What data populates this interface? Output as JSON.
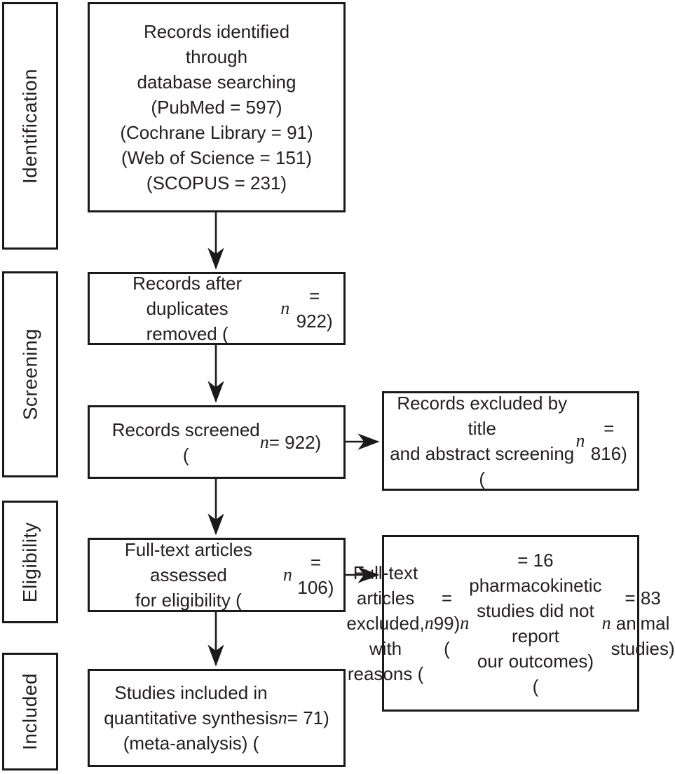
{
  "stages": {
    "identification": "Identification",
    "screening": "Screening",
    "eligibility": "Eligibility",
    "included": "Included"
  },
  "boxes": {
    "identified": {
      "lines": [
        "Records identified",
        "through",
        "database searching",
        "(PubMed = 597)",
        "(Cochrane Library = 91)",
        "(Web of Science = 151)",
        "(SCOPUS = 231)"
      ]
    },
    "duplicates_removed": {
      "lines": [
        "Records after duplicates",
        "removed (n = 922)"
      ]
    },
    "screened": {
      "lines": [
        "Records screened",
        "(n = 922)"
      ]
    },
    "fulltext_assessed": {
      "lines": [
        "Full-text articles assessed",
        "for eligibility (n = 106)"
      ]
    },
    "included_synthesis": {
      "lines": [
        "Studies included in",
        "quantitative synthesis",
        "(meta-analysis) (n = 71)"
      ]
    },
    "excluded_screening": {
      "lines": [
        "Records excluded by title",
        "and abstract screening",
        "(n = 816)"
      ]
    },
    "excluded_fulltext": {
      "lines": [
        "Full-text articles excluded,",
        "with reasons (n = 99)",
        "(n = 16 pharmacokinetic",
        "studies did not report",
        "our outcomes)",
        "(n = 83 animal studies)"
      ]
    }
  },
  "colors": {
    "text": "#231f20",
    "border": "#1a1a1a",
    "background": "#ffffff"
  }
}
